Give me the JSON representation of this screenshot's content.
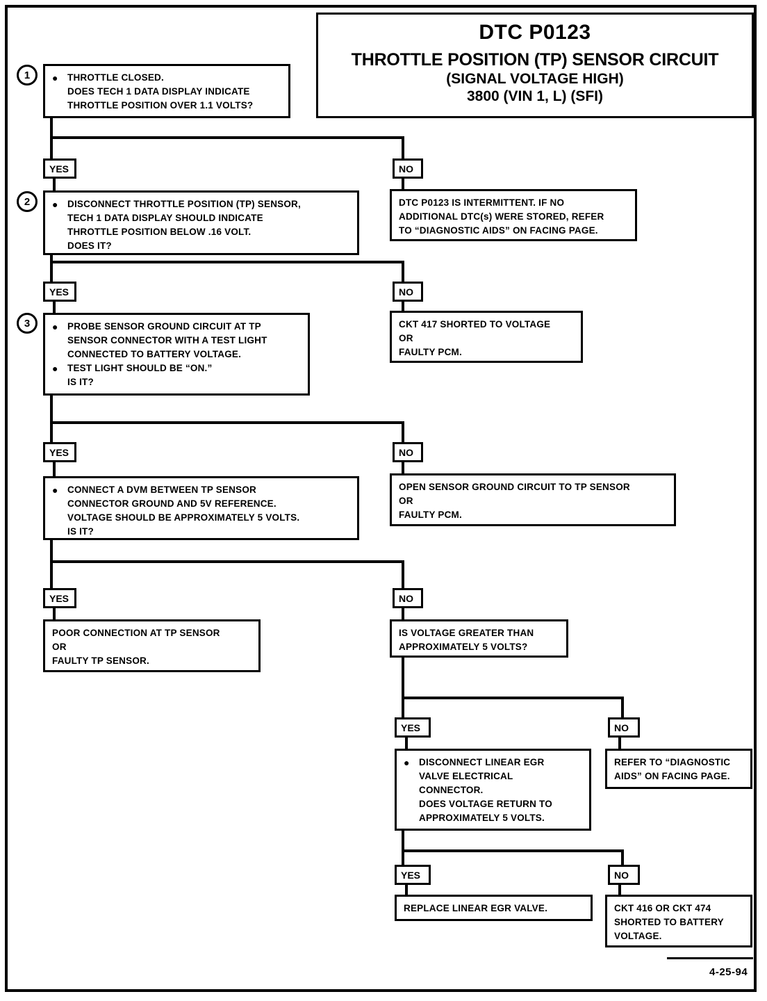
{
  "document": {
    "title_code": "DTC P0123",
    "title_line1": "THROTTLE POSITION (TP) SENSOR CIRCUIT",
    "title_line2": "(SIGNAL VOLTAGE HIGH)",
    "title_line3": "3800  (VIN 1, L) (SFI)",
    "footer_date": "4-25-94"
  },
  "labels": {
    "yes": "YES",
    "no": "NO",
    "bullet": "●"
  },
  "steps": {
    "one": "1",
    "two": "2",
    "three": "3"
  },
  "boxes": {
    "step1": {
      "line1": "THROTTLE CLOSED.",
      "line2": "DOES TECH 1 DATA DISPLAY INDICATE",
      "line3": "THROTTLE POSITION OVER 1.1 VOLTS?"
    },
    "step1_no": {
      "line1": "DTC P0123 IS INTERMITTENT.  IF NO",
      "line2": "ADDITIONAL DTC(s) WERE STORED, REFER",
      "line3": "TO “DIAGNOSTIC AIDS” ON FACING PAGE."
    },
    "step2": {
      "line1": "DISCONNECT THROTTLE POSITION (TP) SENSOR,",
      "line2": "TECH 1 DATA DISPLAY SHOULD INDICATE",
      "line3": "THROTTLE POSITION BELOW .16 VOLT.",
      "line4": "DOES IT?"
    },
    "step2_no": {
      "line1": "CKT 417 SHORTED TO VOLTAGE",
      "line2": "OR",
      "line3": "FAULTY PCM."
    },
    "step3": {
      "b1line1": "PROBE SENSOR GROUND CIRCUIT AT TP",
      "b1line2": "SENSOR CONNECTOR WITH A TEST LIGHT",
      "b1line3": "CONNECTED TO BATTERY VOLTAGE.",
      "b2line1": "TEST LIGHT SHOULD BE “ON.”",
      "b2line2": "IS IT?"
    },
    "step3_no": {
      "line1": "OPEN SENSOR GROUND CIRCUIT TO TP SENSOR",
      "line2": "OR",
      "line3": "FAULTY PCM."
    },
    "step4": {
      "line1": "CONNECT A DVM BETWEEN TP SENSOR",
      "line2": "CONNECTOR GROUND AND 5V REFERENCE.",
      "line3": "VOLTAGE SHOULD BE APPROXIMATELY 5 VOLTS.",
      "line4": "IS IT?"
    },
    "step4_yes": {
      "line1": "POOR CONNECTION AT TP SENSOR",
      "line2": "OR",
      "line3": "FAULTY TP SENSOR."
    },
    "step5": {
      "line1": "IS VOLTAGE GREATER THAN",
      "line2": "APPROXIMATELY 5 VOLTS?"
    },
    "step5_no": {
      "line1": "REFER TO “DIAGNOSTIC",
      "line2": "AIDS” ON FACING PAGE."
    },
    "step6": {
      "line1": "DISCONNECT LINEAR EGR",
      "line2": "VALVE ELECTRICAL",
      "line3": "CONNECTOR.",
      "line4": "DOES VOLTAGE RETURN TO",
      "line5": "APPROXIMATELY 5 VOLTS."
    },
    "step6_yes": {
      "line1": "REPLACE LINEAR EGR VALVE."
    },
    "step6_no": {
      "line1": "CKT 416 OR CKT 474",
      "line2": "SHORTED TO BATTERY",
      "line3": "VOLTAGE."
    }
  },
  "chart_data": {
    "type": "table",
    "title": "DTC P0123 Diagnostic Flowchart",
    "nodes": [
      {
        "id": "step1",
        "step": "1",
        "type": "decision",
        "text": "THROTTLE CLOSED. DOES TECH 1 DATA DISPLAY INDICATE THROTTLE POSITION OVER 1.1 VOLTS?"
      },
      {
        "id": "step1_no",
        "type": "terminal",
        "branch": "NO",
        "from": "step1",
        "text": "DTC P0123 IS INTERMITTENT. IF NO ADDITIONAL DTC(s) WERE STORED, REFER TO “DIAGNOSTIC AIDS” ON FACING PAGE."
      },
      {
        "id": "step2",
        "step": "2",
        "type": "decision",
        "branch": "YES",
        "from": "step1",
        "text": "DISCONNECT THROTTLE POSITION (TP) SENSOR, TECH 1 DATA DISPLAY SHOULD INDICATE THROTTLE POSITION BELOW .16 VOLT. DOES IT?"
      },
      {
        "id": "step2_no",
        "type": "terminal",
        "branch": "NO",
        "from": "step2",
        "text": "CKT 417 SHORTED TO VOLTAGE OR FAULTY PCM."
      },
      {
        "id": "step3",
        "step": "3",
        "type": "decision",
        "branch": "YES",
        "from": "step2",
        "text": "PROBE SENSOR GROUND CIRCUIT AT TP SENSOR CONNECTOR WITH A TEST LIGHT CONNECTED TO BATTERY VOLTAGE. TEST LIGHT SHOULD BE “ON.” IS IT?"
      },
      {
        "id": "step3_no",
        "type": "terminal",
        "branch": "NO",
        "from": "step3",
        "text": "OPEN SENSOR GROUND CIRCUIT TO TP SENSOR OR FAULTY PCM."
      },
      {
        "id": "step4",
        "type": "decision",
        "branch": "YES",
        "from": "step3",
        "text": "CONNECT A DVM BETWEEN TP SENSOR CONNECTOR GROUND AND 5V REFERENCE. VOLTAGE SHOULD BE APPROXIMATELY 5 VOLTS. IS IT?"
      },
      {
        "id": "step4_yes",
        "type": "terminal",
        "branch": "YES",
        "from": "step4",
        "text": "POOR CONNECTION AT TP SENSOR OR FAULTY TP SENSOR."
      },
      {
        "id": "step5",
        "type": "decision",
        "branch": "NO",
        "from": "step4",
        "text": "IS VOLTAGE GREATER THAN APPROXIMATELY 5 VOLTS?"
      },
      {
        "id": "step5_no",
        "type": "terminal",
        "branch": "NO",
        "from": "step5",
        "text": "REFER TO “DIAGNOSTIC AIDS” ON FACING PAGE."
      },
      {
        "id": "step6",
        "type": "decision",
        "branch": "YES",
        "from": "step5",
        "text": "DISCONNECT LINEAR EGR VALVE ELECTRICAL CONNECTOR. DOES VOLTAGE RETURN TO APPROXIMATELY 5 VOLTS."
      },
      {
        "id": "step6_yes",
        "type": "terminal",
        "branch": "YES",
        "from": "step6",
        "text": "REPLACE LINEAR EGR VALVE."
      },
      {
        "id": "step6_no",
        "type": "terminal",
        "branch": "NO",
        "from": "step6",
        "text": "CKT 416 OR CKT 474 SHORTED TO BATTERY VOLTAGE."
      }
    ]
  }
}
